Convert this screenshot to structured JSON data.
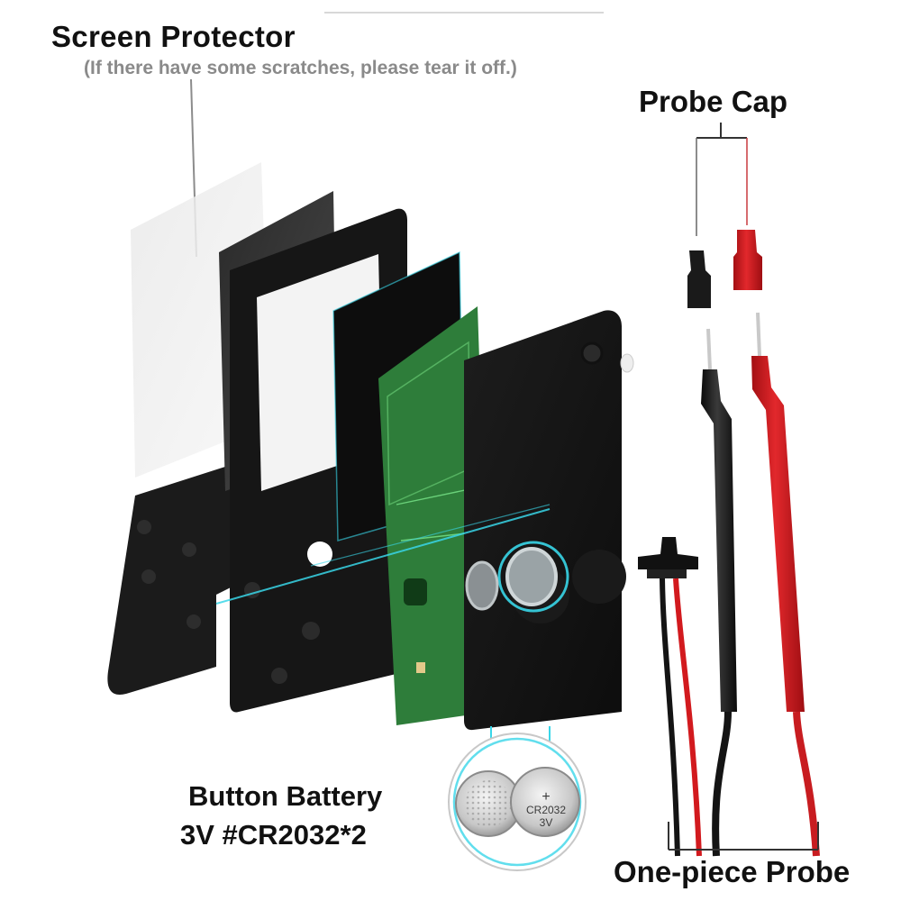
{
  "labels": {
    "screen_protector": "Screen Protector",
    "screen_protector_note": "(If there have some scratches, please tear it off.)",
    "probe_cap": "Probe Cap",
    "button_battery_line1": "Button Battery",
    "button_battery_line2": "3V #CR2032*2",
    "one_piece_probe": "One-piece Probe"
  },
  "battery_print": {
    "plus": "+",
    "model": "CR2032",
    "voltage": "3V"
  },
  "colors": {
    "probe_red": "#d21a1e",
    "probe_black": "#1c1c1c",
    "pcb_green": "#2e7d3a",
    "glow_cyan": "#39d6e8",
    "housing_black": "#151515",
    "leader_line": "#333333"
  }
}
